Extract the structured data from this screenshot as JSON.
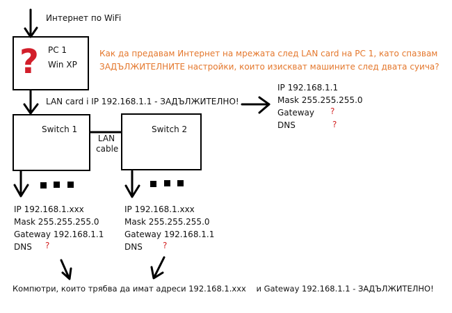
{
  "internet_label": "Интернет по WiFi",
  "pc": {
    "name": "PC 1",
    "os": "Win XP",
    "unknown_mark": "?"
  },
  "question": {
    "line1": "Как да предавам Интернет на мрежата след LAN card на PC 1, като спазвам",
    "line2": "ЗАДЪЛЖИТЕЛНИТЕ настройки, които изискват машините след двата суича?"
  },
  "lan_card_label": "LAN card i IP 192.168.1.1 - ЗАДЪЛЖИТЕЛНО!",
  "pc_settings": {
    "ip": "IP 192.168.1.1",
    "mask": "Mask 255.255.255.0",
    "gateway": "Gateway",
    "gateway_mark": "?",
    "dns": "DNS",
    "dns_mark": "?"
  },
  "switch1": {
    "label": "Switch  1"
  },
  "switch2": {
    "label": "Switch 2"
  },
  "link": {
    "line1": "LAN",
    "line2": "cable"
  },
  "client_settings_1": {
    "ip": "IP 192.168.1.xxx",
    "mask": "Mask 255.255.255.0",
    "gateway": "Gateway 192.168.1.1",
    "dns": "DNS",
    "dns_mark": "?"
  },
  "client_settings_2": {
    "ip": "IP 192.168.1.xxx",
    "mask": "Mask 255.255.255.0",
    "gateway": "Gateway 192.168.1.1",
    "dns": "DNS",
    "dns_mark": "?"
  },
  "bottom_note": "Компютри, които трябва да имат адреси 192.168.1.xxx    и Gateway 192.168.1.1 - ЗАДЪЛЖИТЕЛНО!"
}
